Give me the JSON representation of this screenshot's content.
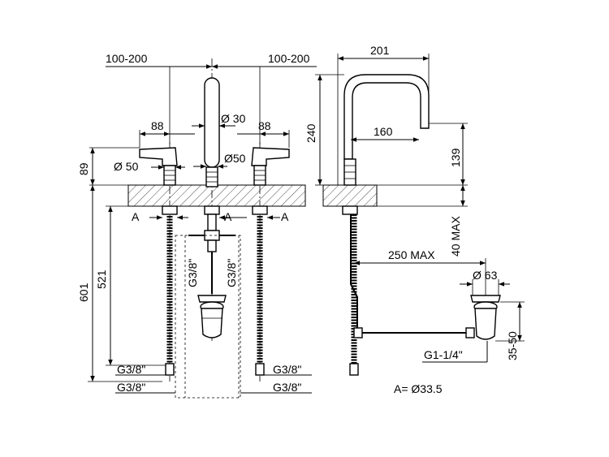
{
  "diagram": {
    "front_view": {
      "spacing_left": "100-200",
      "spacing_right": "100-200",
      "handle_offset_left": "88",
      "handle_offset_right": "88",
      "spout_diameter": "Ø 30",
      "handle_diameter": "Ø 50",
      "center_diameter": "Ø50",
      "height_above_deck": "89",
      "total_height": "601",
      "hose_length": "521",
      "marker_a_left": "A",
      "marker_a_mid": "A",
      "marker_a_right": "A",
      "thread_center_left": "G3/8\"",
      "thread_center_right": "G3/8\"",
      "thread_bottom_left_upper": "G3/8\"",
      "thread_bottom_left_lower": "G3/8\"",
      "thread_bottom_right_upper": "G3/8\"",
      "thread_bottom_right_lower": "G3/8\""
    },
    "side_view": {
      "spout_reach": "201",
      "spout_inner_reach": "160",
      "spout_height": "240",
      "spout_outlet_height": "139",
      "deck_thickness": "40 MAX",
      "drain_reach": "250 MAX",
      "drain_diameter": "Ø 63",
      "drain_thread": "G1-1/4\"",
      "drain_depth": "35-50"
    },
    "note": "A= Ø33.5"
  }
}
